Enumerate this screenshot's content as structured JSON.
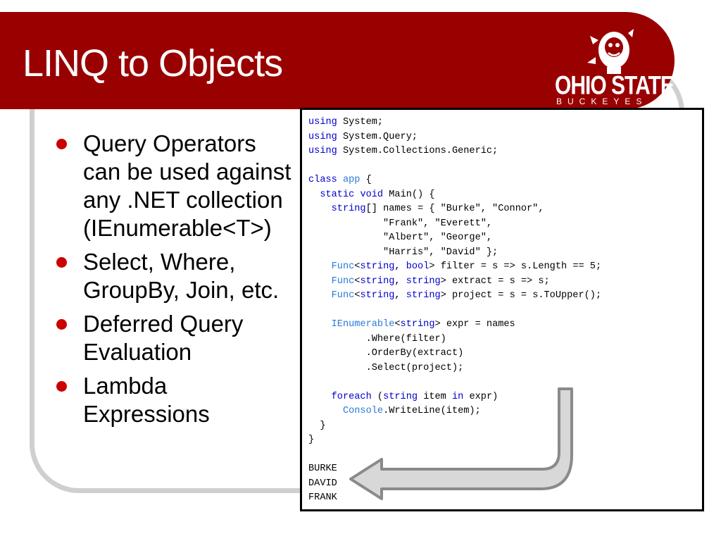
{
  "slide": {
    "title": "LINQ to Objects",
    "logo": {
      "wordmark": "OHIO STATE",
      "subtitle": "BUCKEYES",
      "tm": "TM",
      "icon": "brutus-mascot-icon"
    },
    "bullets": [
      "Query Operators can be used against any .NET collection (IEnumerable<T>)",
      "Select, Where, GroupBy, Join, etc.",
      "Deferred Query Evaluation",
      "Lambda Expressions"
    ],
    "code": {
      "line1": [
        "using",
        " System;"
      ],
      "line2": [
        "using",
        " System.Query;"
      ],
      "line3": [
        "using",
        " System.Collections.Generic;"
      ],
      "line5": [
        "class",
        " ",
        "app",
        " {"
      ],
      "line6": [
        "  ",
        "static",
        " ",
        "void",
        " Main() {"
      ],
      "line7": [
        "    ",
        "string",
        "[] names = { \"Burke\", \"Connor\","
      ],
      "line8": "             \"Frank\", \"Everett\",",
      "line9": "             \"Albert\", \"George\",",
      "line10": "             \"Harris\", \"David\" };",
      "line11": [
        "    ",
        "Func",
        "<",
        "string",
        ", ",
        "bool",
        "> filter = s => s.Length == 5;"
      ],
      "line12": [
        "    ",
        "Func",
        "<",
        "string",
        ", ",
        "string",
        "> extract = s => s;"
      ],
      "line13": [
        "    ",
        "Func",
        "<",
        "string",
        ", ",
        "string",
        "> project = s = s.ToUpper();"
      ],
      "line15": [
        "    ",
        "IEnumerable",
        "<",
        "string",
        "> expr = names"
      ],
      "line16": "          .Where(filter)",
      "line17": "          .OrderBy(extract)",
      "line18": "          .Select(project);",
      "line20": [
        "    ",
        "foreach",
        " (",
        "string",
        " item ",
        "in",
        " expr)"
      ],
      "line21": [
        "      ",
        "Console",
        ".WriteLine(item);"
      ],
      "line22": "  }",
      "line23": "}",
      "output": [
        "BURKE",
        "DAVID",
        "FRANK"
      ]
    },
    "colors": {
      "title_bar": "#990000",
      "bullet_dot": "#cc0000",
      "keyword": "#0000cc",
      "type": "#2b7ad8"
    }
  }
}
